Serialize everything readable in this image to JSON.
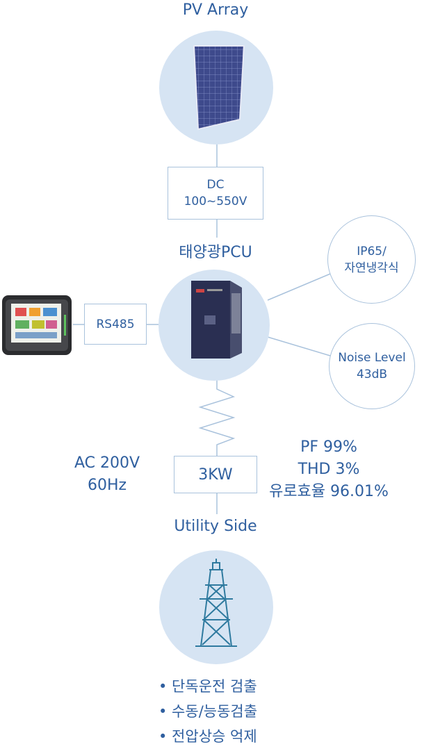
{
  "pv": {
    "title": "PV Array"
  },
  "dc": {
    "line1": "DC",
    "line2": "100~550V"
  },
  "pcu": {
    "title": "태양광PCU"
  },
  "ip": {
    "line1": "IP65/",
    "line2": "자연냉각식"
  },
  "noise": {
    "line1": "Noise Level",
    "line2": "43dB"
  },
  "rs": {
    "label": "RS485"
  },
  "ac": {
    "line1": "AC 200V",
    "line2": "60Hz"
  },
  "kw": {
    "label": "3KW"
  },
  "specs": {
    "line1": "PF 99%",
    "line2": "THD 3%",
    "line3": "유로효율 96.01%"
  },
  "utility": {
    "title": "Utility Side"
  },
  "features": [
    "• 단독운전 검출",
    "• 수동/능동검출",
    "• 전압상승 억제"
  ],
  "colors": {
    "text": "#2f5f9f",
    "circle": "#d6e4f3",
    "border": "#a9c2dc",
    "line": "#a9c2dc"
  }
}
